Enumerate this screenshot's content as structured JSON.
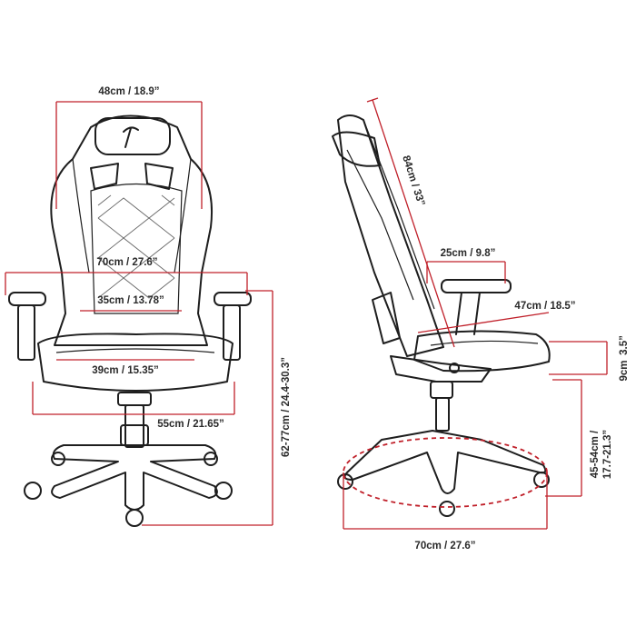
{
  "front_view": {
    "width_top": "48cm / 18.9”",
    "armrest_span": "70cm / 27.6”",
    "lumbar_width": "35cm / 13.78”",
    "seat_width": "39cm / 15.35”",
    "base_width": "55cm / 21.65”",
    "seat_height": "62-77cm / 24.4-30.3”"
  },
  "side_view": {
    "backrest_height": "84cm / 33”",
    "armrest_length": "25cm / 9.8”",
    "seat_depth": "47cm / 18.5”",
    "seat_thickness_cm": "9cm",
    "seat_thickness_in": "3.5”",
    "armrest_height_cm": "45-54cm /",
    "armrest_height_in": "17.7-21.3”",
    "base_diameter": "70cm / 27.6”"
  },
  "colors": {
    "dimension": "#c0202a",
    "outline": "#1e1e1e"
  }
}
